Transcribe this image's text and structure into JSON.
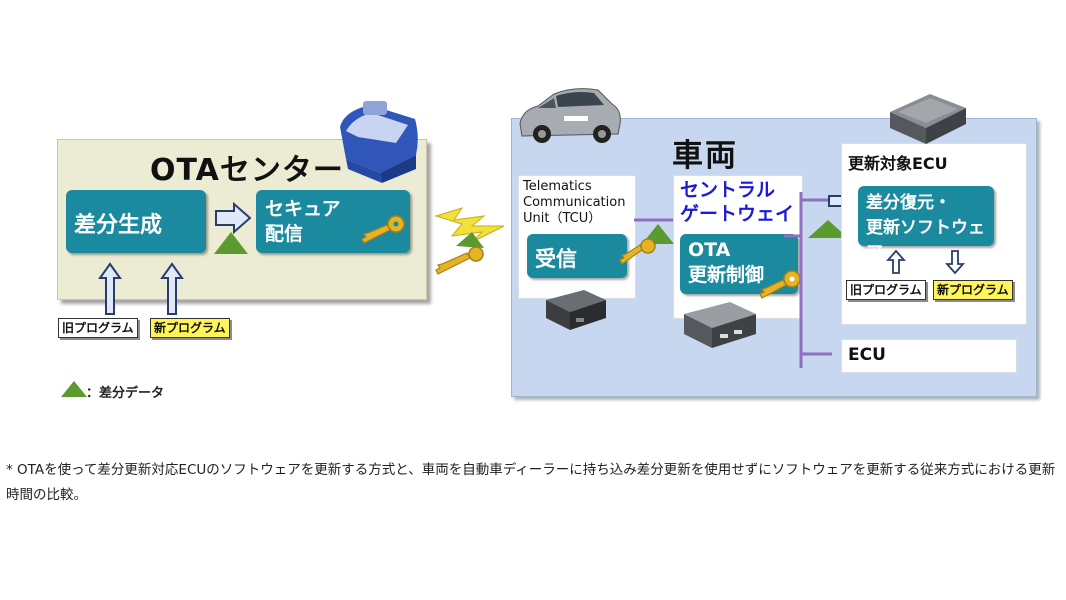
{
  "ota_center": {
    "title": "OTAセンター",
    "diff_gen": "差分生成",
    "secure_line1": "セキュア",
    "secure_line2": "配信",
    "old_program": "旧プログラム",
    "new_program": "新プログラム"
  },
  "legend": {
    "diff_data": "：差分データ"
  },
  "vehicle": {
    "title": "車両",
    "tcu_line1": "Telematics",
    "tcu_line2": "Communication",
    "tcu_line3": "Unit（TCU）",
    "receive": "受信",
    "gateway_line1": "セントラル",
    "gateway_line2": "ゲートウェイ",
    "ota_ctrl_line1": "OTA",
    "ota_ctrl_line2": "更新制御",
    "target_ecu": "更新対象ECU",
    "restore_line1": "差分復元・",
    "restore_line2": "更新ソフトウェア",
    "old_program": "旧プログラム",
    "new_program": "新プログラム",
    "ecu": "ECU"
  },
  "footnote": "* OTAを使って差分更新対応ECUのソフトウェアを更新する方式と、車両を自動車ディーラーに持ち込み差分更新を使用せずにソフトウェアを更新する従来方式における更新時間の比較。",
  "colors": {
    "teal_box": "#1b8a9e",
    "center_bg": "#ecebd3",
    "vehicle_bg": "#c7d7ef",
    "diff_triangle": "#5a9a2e",
    "bus_line": "#8e6fc0",
    "key": "#e6b422",
    "new_tag": "#fff45a",
    "gateway_text": "#1a1ad8"
  },
  "icons": [
    "server-icon",
    "car-image",
    "ecu-box-icon",
    "key-icon",
    "wireless-bolt-icon",
    "hollow-arrow-icon",
    "triangle-icon"
  ]
}
